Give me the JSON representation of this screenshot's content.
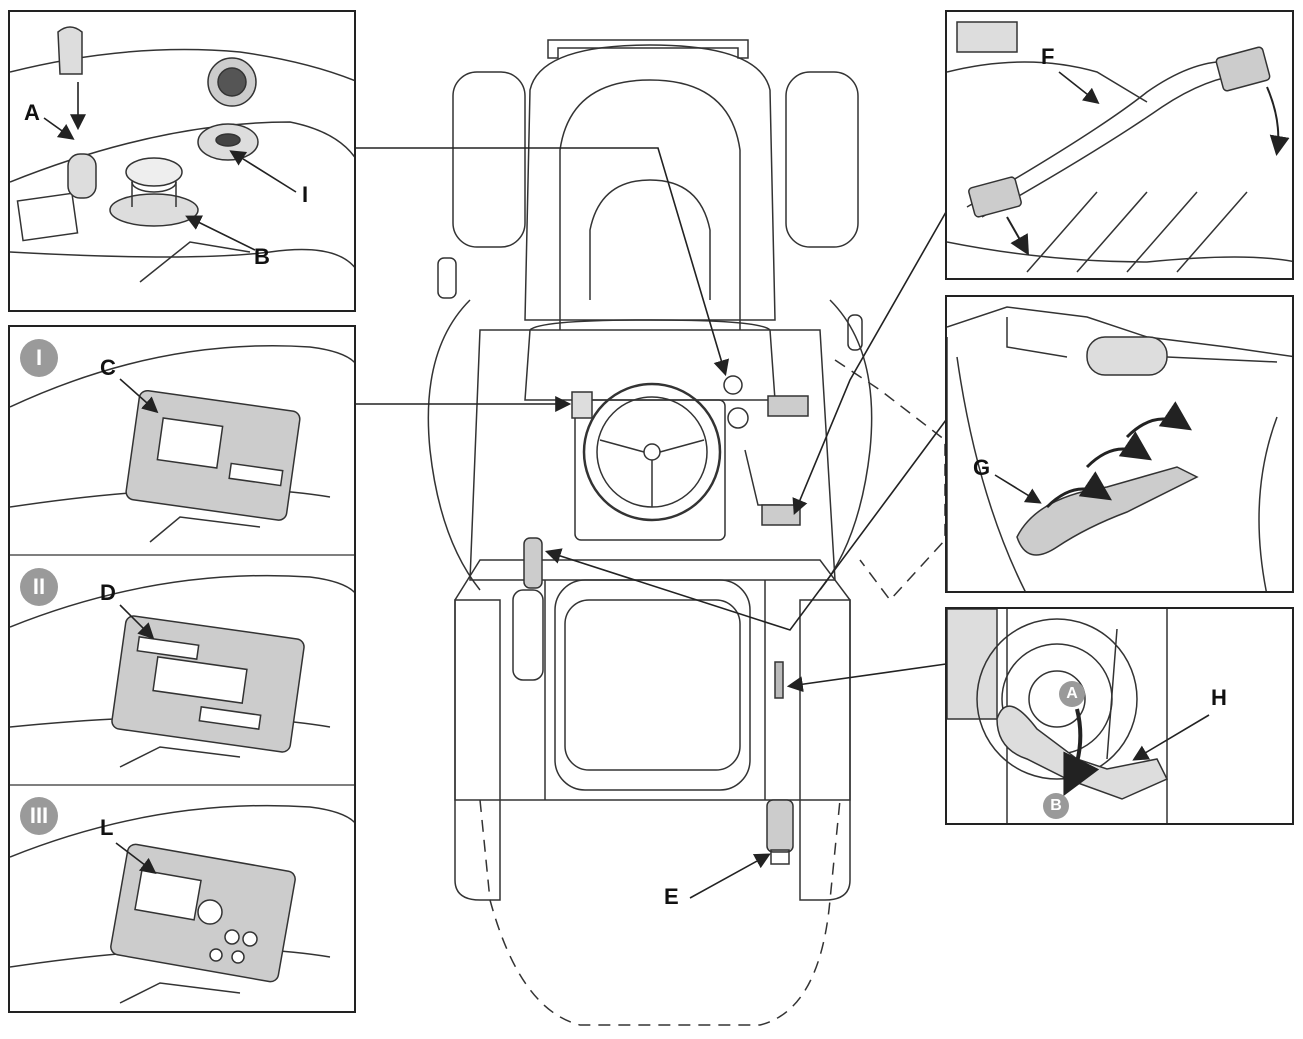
{
  "labels": {
    "a": "A",
    "b": "B",
    "i": "I",
    "c": "C",
    "d": "D",
    "l": "L",
    "e": "E",
    "f": "F",
    "g": "G",
    "h": "H",
    "h_a": "A",
    "h_b": "B"
  },
  "badges": {
    "one": "I",
    "two": "II",
    "three": "III"
  }
}
